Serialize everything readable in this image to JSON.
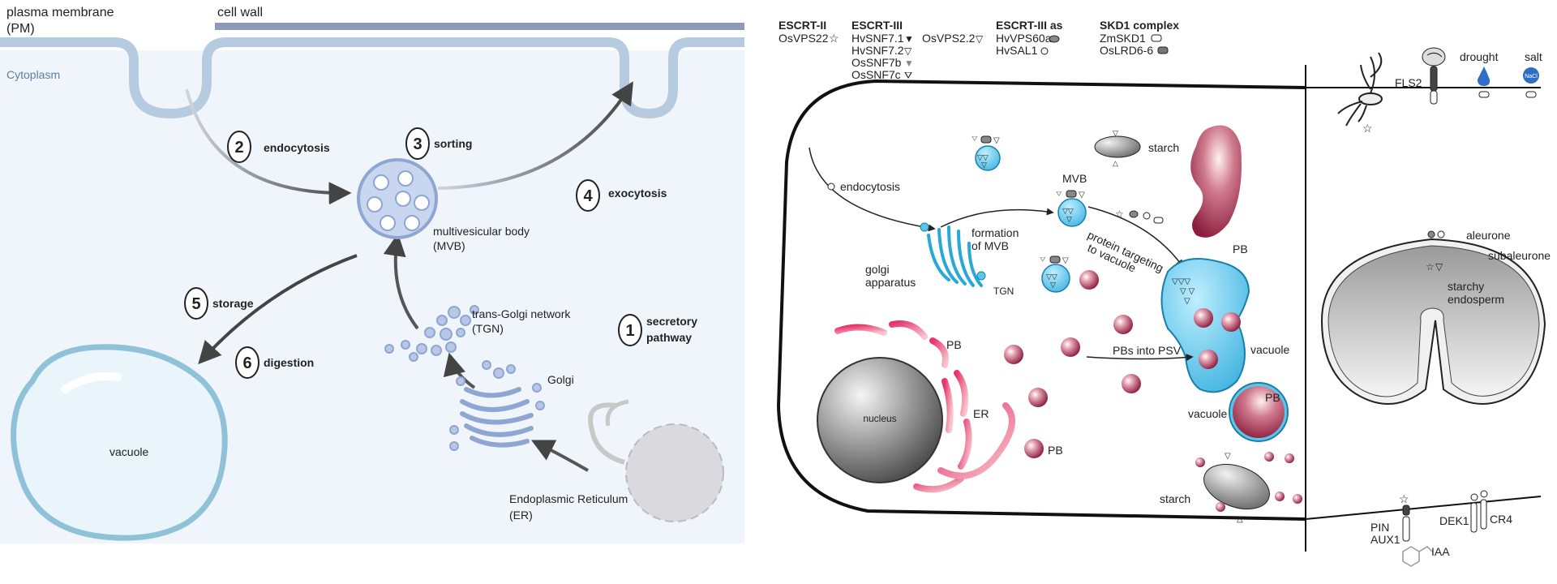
{
  "left_panel": {
    "pm_label_1": "plasma membrane",
    "pm_label_2": "(PM)",
    "cell_wall": "cell wall",
    "cytoplasm": "Cytoplasm",
    "steps": [
      {
        "num": "2",
        "label": "endocytosis"
      },
      {
        "num": "3",
        "label": "sorting"
      },
      {
        "num": "4",
        "label": "exocytosis"
      },
      {
        "num": "5",
        "label": "storage"
      },
      {
        "num": "6",
        "label": "digestion"
      },
      {
        "num": "1",
        "label_1": "secretory",
        "label_2": "pathway"
      }
    ],
    "mvb_1": "multivesicular body",
    "mvb_2": "(MVB)",
    "tgn_1": "trans-Golgi network",
    "tgn_2": "(TGN)",
    "golgi": "Golgi",
    "er_1": "Endoplasmic Reticulum",
    "er_2": "(ER)",
    "vacuole": "vacuole"
  },
  "legend": {
    "escrt2_title": "ESCRT-II",
    "escrt2_items": [
      "OsVPS22"
    ],
    "escrt3_title": "ESCRT-III",
    "escrt3_items": [
      "HvSNF7.1",
      "HvSNF7.2",
      "OsSNF7b",
      "OsSNF7c"
    ],
    "escrt3_extra": "OsVPS2.2",
    "escrt3as_title": "ESCRT-III as",
    "escrt3as_items": [
      "HvVPS60a",
      "HvSAL1"
    ],
    "skd1_title": "SKD1 complex",
    "skd1_items": [
      "ZmSKD1",
      "OsLRD6-6"
    ]
  },
  "middle_panel": {
    "endocytosis": "endocytosis",
    "golgi_1": "golgi",
    "golgi_2": "apparatus",
    "formation_1": "formation",
    "formation_2": "of MVB",
    "mvb": "MVB",
    "starch": "starch",
    "pb": "PB",
    "tgn": "TGN",
    "protein_1": "protein targeting",
    "protein_2": "to vacuole",
    "pbs_into_psv": "PBs into PSV",
    "vacuole": "vacuole",
    "nucleus": "nucleus",
    "er": "ER"
  },
  "right_panel": {
    "fls2": "FLS2",
    "drought": "drought",
    "salt": "salt",
    "nacl": "NaCl",
    "aleurone": "aleurone",
    "subaleurone": "subaleurone",
    "starchy_1": "starchy",
    "starchy_2": "endosperm",
    "pin": "PIN",
    "aux1": "AUX1",
    "iaa": "IAA",
    "dek1": "DEK1",
    "cr4": "CR4"
  },
  "colors": {
    "cytoplasm_bg": "#f0f5fb",
    "membrane": "#b6cbe0",
    "cell_wall": "#8e9bb8",
    "organelle": "#b7c7e6",
    "vacuole_cyan": "#5cc7ea",
    "pb_red": "#8b1c3d"
  }
}
